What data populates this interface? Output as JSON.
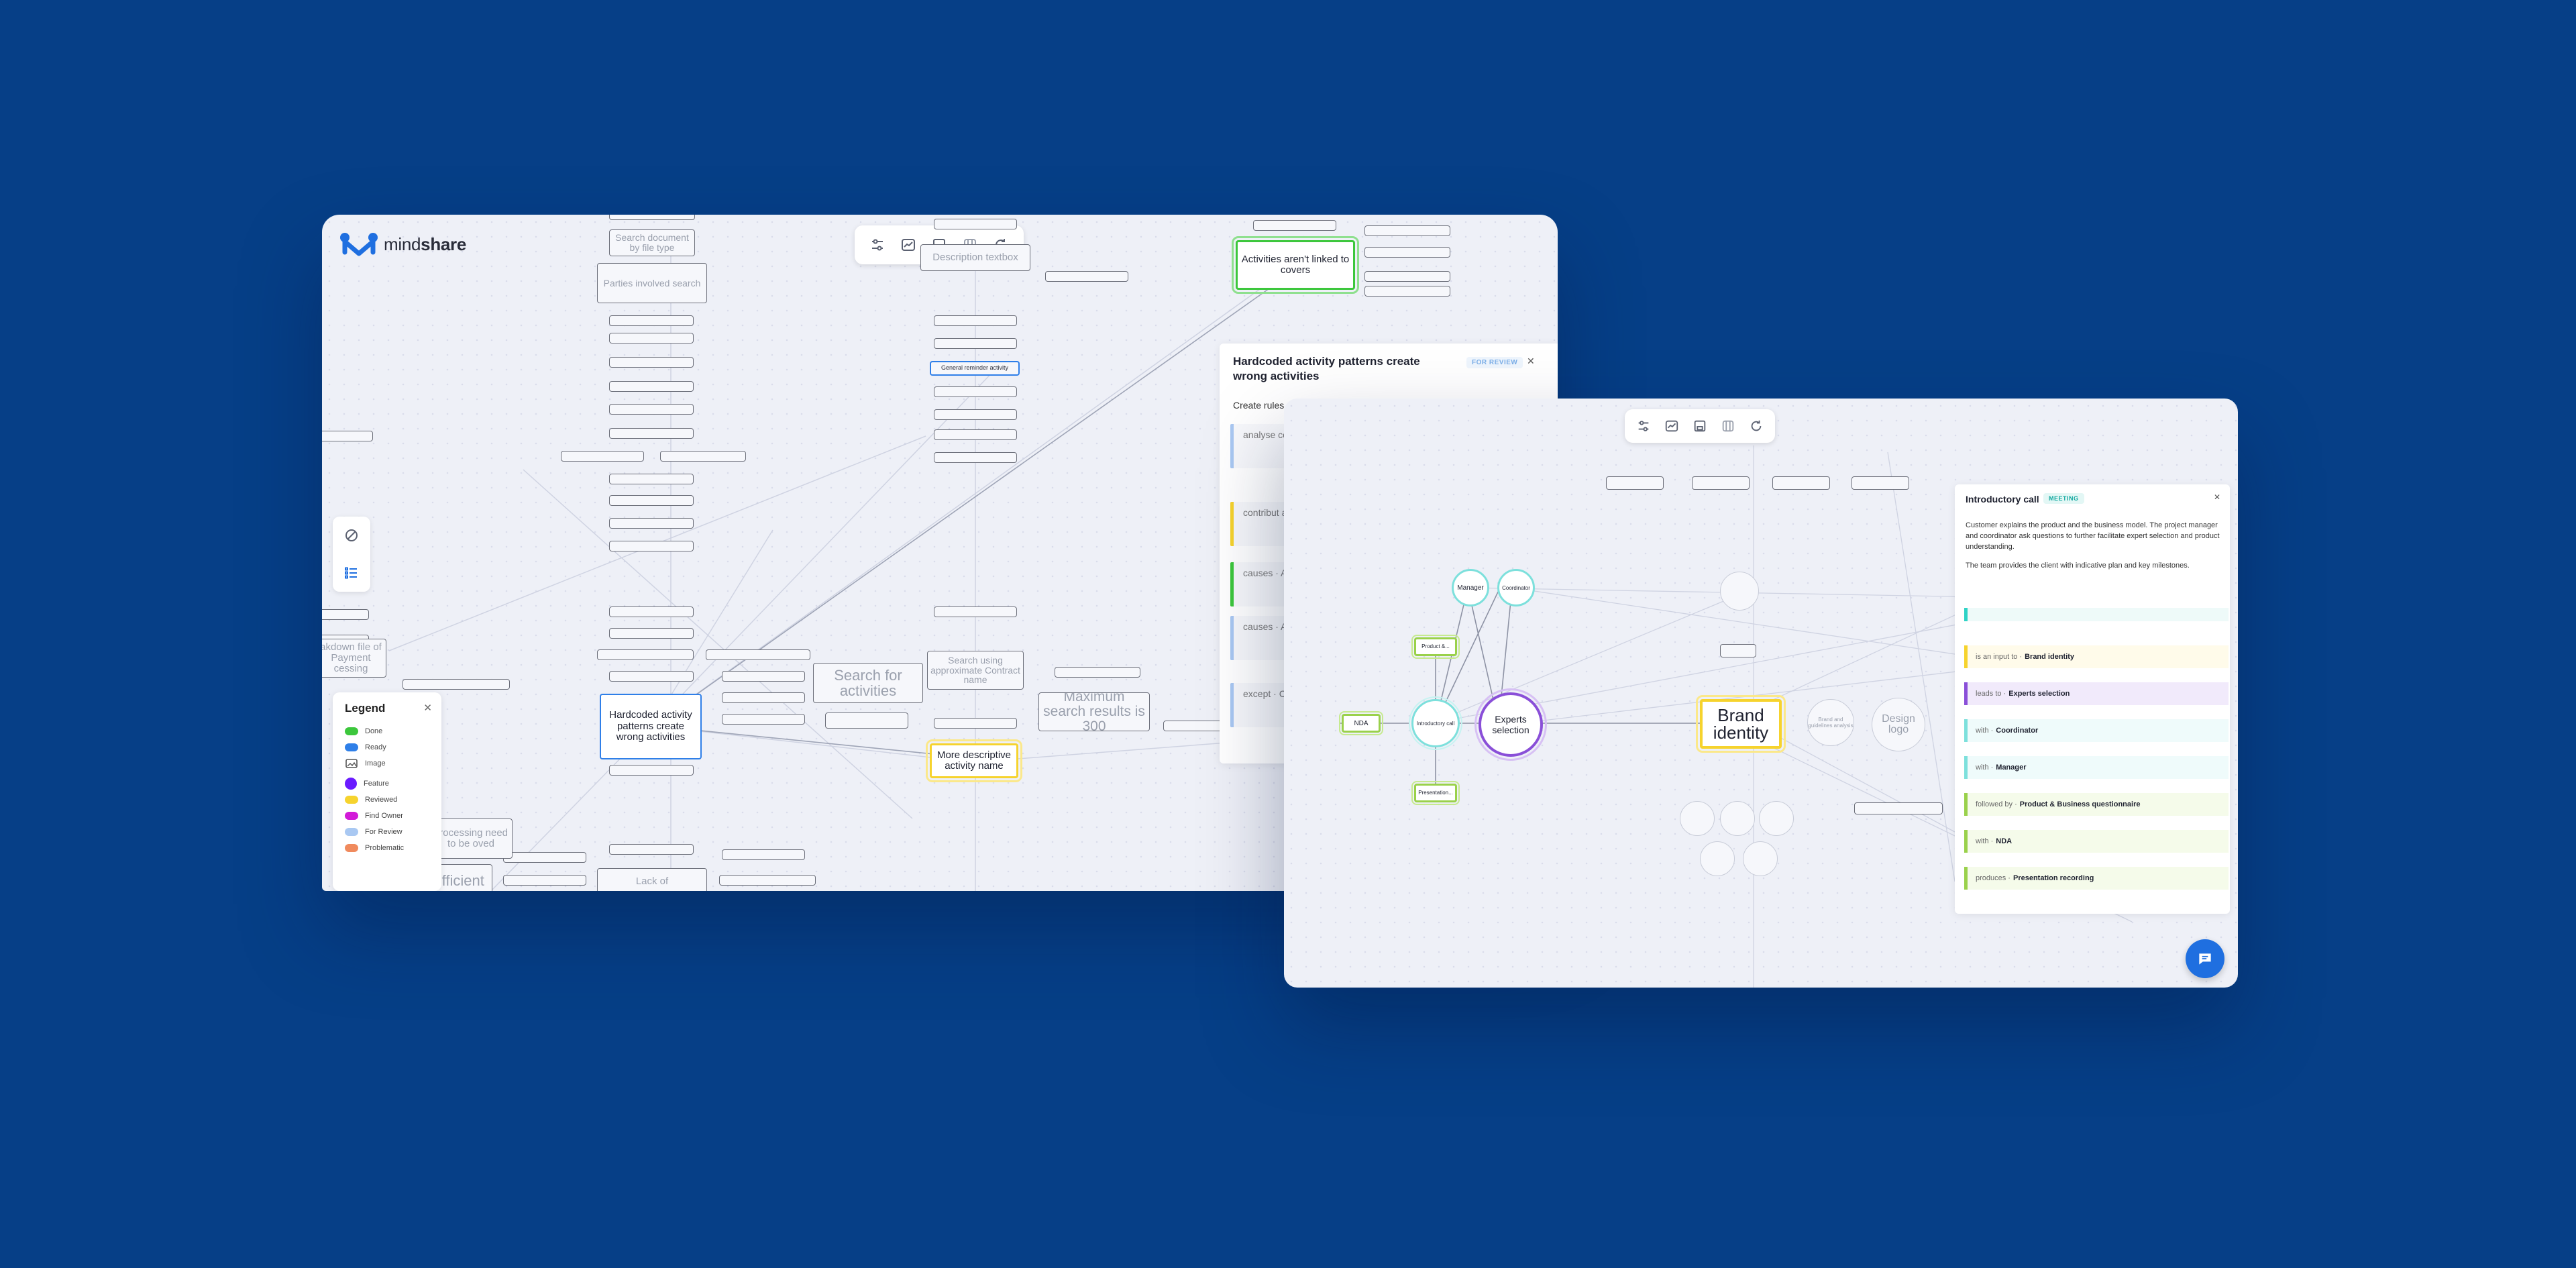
{
  "app": {
    "brand_light": "mind",
    "brand_bold": "share"
  },
  "colors": {
    "background": "#063f87",
    "done": "#3cc73c",
    "reviewed": "#f6d32d",
    "feature": "#7b2ff7",
    "accent": "#1f6fe0"
  },
  "toolbar": {
    "icons": [
      "filter-icon",
      "chart-icon",
      "save-icon",
      "grid-icon",
      "refresh-icon"
    ]
  },
  "map1": {
    "nodes": {
      "search_doc": "Search document by file type",
      "parties": "Parties involved search",
      "description": "Description textbox",
      "activities_covers": "Activities aren't linked to covers",
      "general_reminder": "General reminder activity",
      "hardcoded": "Hardcoded activity patterns create wrong activities",
      "search_activities": "Search for activities",
      "search_approx": "Search using approximate Contract name",
      "max_search": "Maximum search results is 300",
      "more_descriptive": "More descriptive activity name",
      "breakdown": "akdown file of Payment cessing",
      "processing": "processing need to be oved",
      "more_efficient": "more efficient",
      "lack_of": "Lack of"
    }
  },
  "legend": {
    "title": "Legend",
    "items": [
      {
        "label": "Done",
        "color": "#3cc73c",
        "icon": "swatch"
      },
      {
        "label": "Ready",
        "color": "#2f7fe8",
        "icon": "swatch"
      },
      {
        "label": "Image",
        "color": "#555555",
        "icon": "image-icon"
      },
      {
        "label": "Feature",
        "color": "#6a1bff",
        "icon": "dot"
      },
      {
        "label": "Reviewed",
        "color": "#f6d32d",
        "icon": "swatch"
      },
      {
        "label": "Find Owner",
        "color": "#d21bd8",
        "icon": "swatch"
      },
      {
        "label": "For Review",
        "color": "#a9c8f2",
        "icon": "swatch"
      },
      {
        "label": "Problematic",
        "color": "#f08a5d",
        "icon": "swatch"
      }
    ]
  },
  "panel1": {
    "title": "Hardcoded activity patterns create wrong activities",
    "badge": "FOR REVIEW",
    "create_rules": "Create rules",
    "relations": [
      {
        "label": "analyse complet",
        "color": "#a9c8f2"
      },
      {
        "label": "contribut analyse complet",
        "color": "#f6d32d"
      },
      {
        "label": "causes · A analyse",
        "color": "#3cc73c"
      },
      {
        "label": "causes · A analyse complet",
        "color": "#a9c8f2"
      },
      {
        "label": "except · C analyse complet",
        "color": "#a9c8f2"
      }
    ]
  },
  "map2": {
    "nodes": {
      "manager": "Manager",
      "coordinator": "Coordinator",
      "product": "Product &...",
      "nda": "NDA",
      "intro_call": "Introductory call",
      "presentation": "Presentation...",
      "experts": "Experts selection",
      "brand_identity": "Brand identity",
      "brand_guidelines": "Brand and guidelines analysis",
      "design_logo": "Design logo"
    }
  },
  "panel2": {
    "title": "Introductory call",
    "badge": "MEETING",
    "desc1": "Customer explains the product and the business model. The project manager and coordinator ask questions to further facilitate expert selection and product understanding.",
    "desc2": "The team provides the client with indicative plan and key milestones.",
    "relations": [
      {
        "prefix": "",
        "target": "",
        "color": "#2ed3c6",
        "bg": "#eefaf9"
      },
      {
        "prefix": "is an input to ·",
        "target": "Brand identity",
        "color": "#f6d32d",
        "bg": "#fffbea"
      },
      {
        "prefix": "leads to ·",
        "target": "Experts selection",
        "color": "#8a4fd8",
        "bg": "#f1eafb"
      },
      {
        "prefix": "with ·",
        "target": "Coordinator",
        "color": "#7de0dc",
        "bg": "#effbfb"
      },
      {
        "prefix": "with ·",
        "target": "Manager",
        "color": "#7de0dc",
        "bg": "#effbfb"
      },
      {
        "prefix": "followed by ·",
        "target": "Product & Business questionnaire",
        "color": "#9ad14b",
        "bg": "#f5fbea"
      },
      {
        "prefix": "with ·",
        "target": "NDA",
        "color": "#9ad14b",
        "bg": "#f5fbea"
      },
      {
        "prefix": "produces ·",
        "target": "Presentation recording",
        "color": "#9ad14b",
        "bg": "#f5fbea"
      }
    ]
  }
}
